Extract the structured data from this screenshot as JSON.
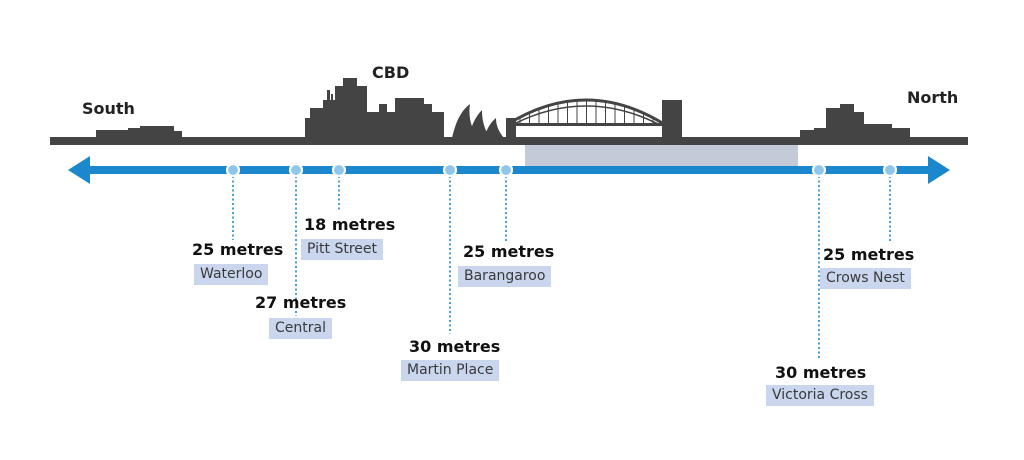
{
  "regions": {
    "south": "South",
    "cbd": "CBD",
    "north": "North"
  },
  "colors": {
    "skyline": "#444444",
    "line": "#1b87cc",
    "tunnel": "#c5cad8",
    "label_bg": "#c9d6ee",
    "dot_fill": "#8fc6ea"
  },
  "stations": [
    {
      "name": "Waterloo",
      "depth": "25 metres"
    },
    {
      "name": "Central",
      "depth": "27 metres"
    },
    {
      "name": "Pitt Street",
      "depth": "18 metres"
    },
    {
      "name": "Martin Place",
      "depth": "30 metres"
    },
    {
      "name": "Barangaroo",
      "depth": "25 metres"
    },
    {
      "name": "Victoria Cross",
      "depth": "30 metres"
    },
    {
      "name": "Crows Nest",
      "depth": "25 metres"
    }
  ]
}
